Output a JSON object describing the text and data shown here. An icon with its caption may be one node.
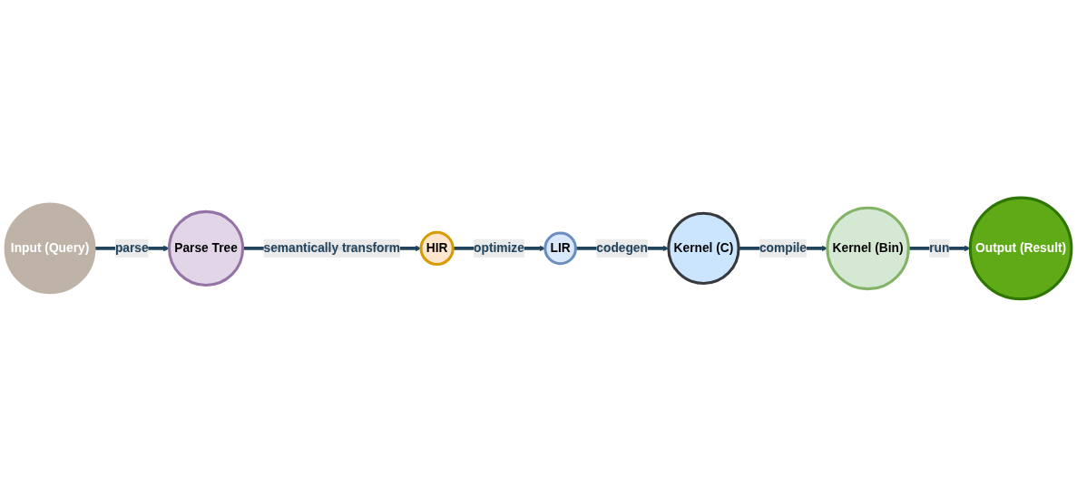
{
  "diagram": {
    "nodes": [
      {
        "text": [
          "Input (Query)"
        ]
      },
      {
        "text": [
          "Parse Tree"
        ]
      },
      {
        "text": [
          "HIR"
        ]
      },
      {
        "text": [
          "LIR"
        ]
      },
      {
        "text": [
          "Kernel (C)"
        ]
      },
      {
        "text": [
          "Kernel (Bin)"
        ]
      },
      {
        "text": [
          "Output (Result)"
        ]
      }
    ],
    "edges": [
      {
        "from": 0,
        "to": 1,
        "arrow": "to",
        "label": "parse"
      },
      {
        "from": 1,
        "to": 2,
        "arrow": "to",
        "label": "semantically transform"
      },
      {
        "from": 2,
        "to": 3,
        "arrow": "to",
        "label": "optimize"
      },
      {
        "from": 3,
        "to": 4,
        "arrow": "to",
        "label": "codegen"
      },
      {
        "from": 4,
        "to": 5,
        "arrow": "to",
        "label": "compile"
      },
      {
        "from": 5,
        "to": 6,
        "arrow": "to",
        "label": "run"
      }
    ]
  }
}
